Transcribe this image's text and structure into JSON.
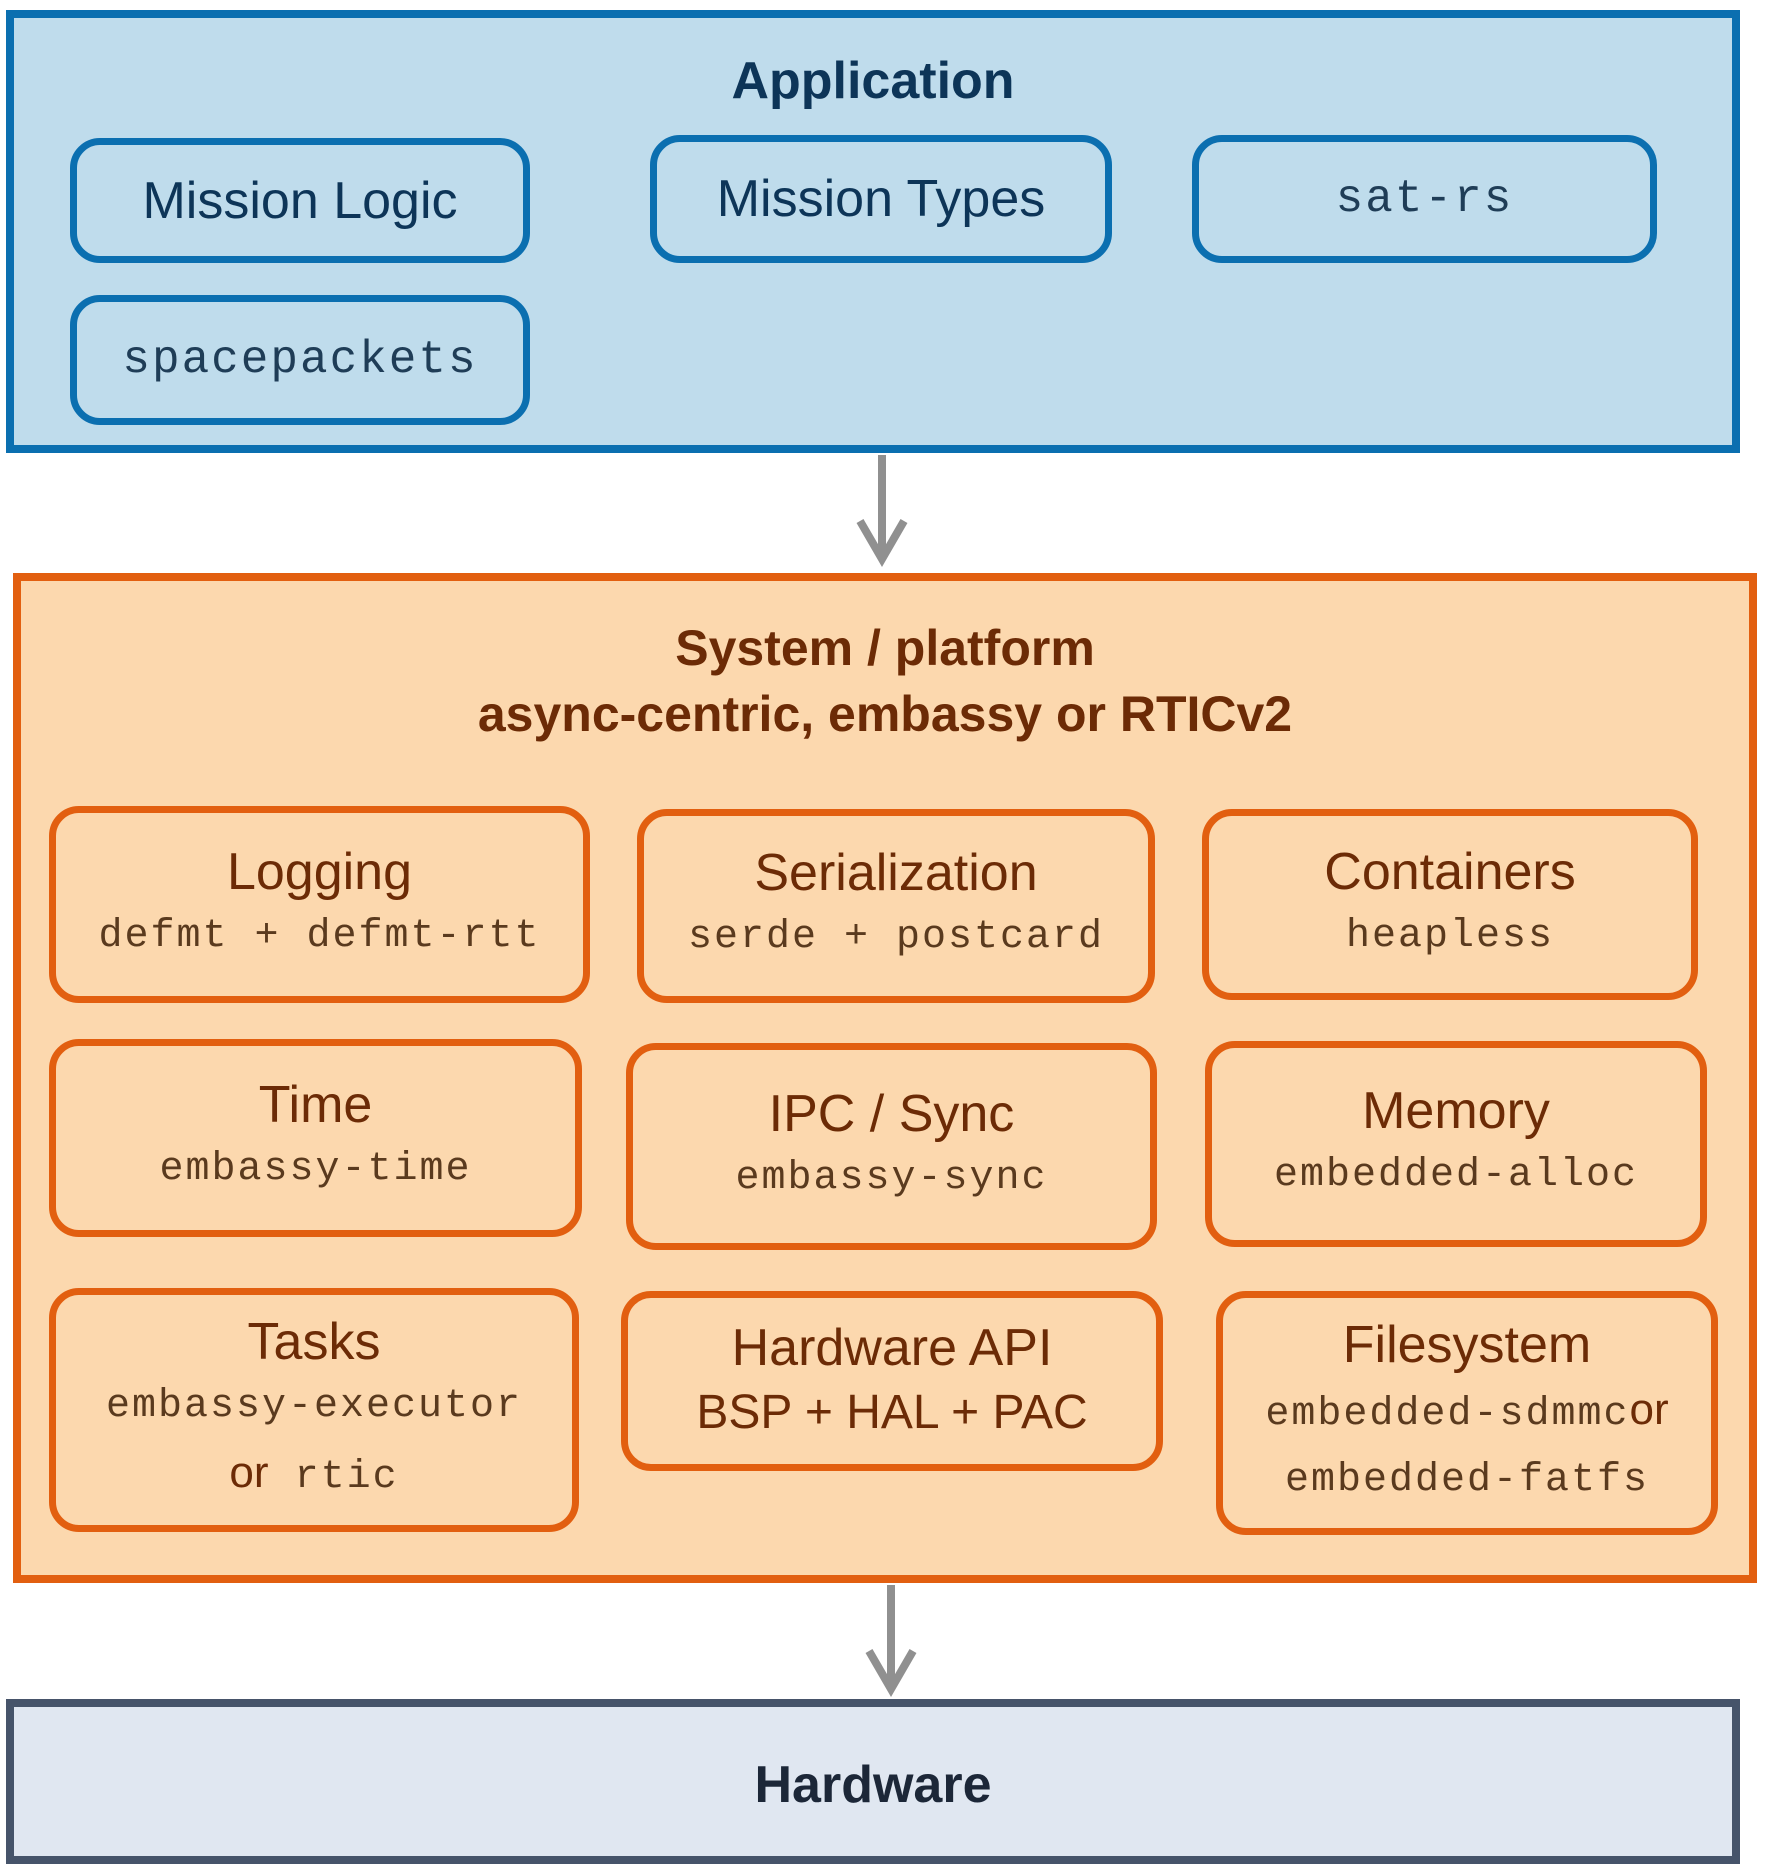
{
  "application": {
    "title": "Application",
    "components": {
      "mission_logic": "Mission Logic",
      "mission_types": "Mission Types",
      "sat_rs": "sat-rs",
      "spacepackets": "spacepackets"
    }
  },
  "system": {
    "title": "System / platform\nasync-centric, embassy or RTICv2",
    "components": {
      "logging": {
        "label": "Logging",
        "crate": "defmt + defmt-rtt"
      },
      "serialization": {
        "label": "Serialization",
        "crate": "serde + postcard"
      },
      "containers": {
        "label": "Containers",
        "crate": "heapless"
      },
      "time": {
        "label": "Time",
        "crate": "embassy-time"
      },
      "ipc_sync": {
        "label": "IPC / Sync",
        "crate": "embassy-sync"
      },
      "memory": {
        "label": "Memory",
        "crate": "embedded-alloc"
      },
      "tasks": {
        "label": "Tasks",
        "crate": "embassy-executor",
        "or_word": "or",
        "alt_crate": "rtic"
      },
      "hardware_api": {
        "label": "Hardware API",
        "detail": "BSP + HAL + PAC"
      },
      "filesystem": {
        "label": "Filesystem",
        "crate": "embedded-sdmmc",
        "or_word": "or",
        "alt_crate": "embedded-fatfs"
      }
    }
  },
  "hardware": {
    "title": "Hardware"
  },
  "colors": {
    "application_fill": "#bfdcec",
    "application_border": "#0b6fb0",
    "system_fill": "#fcd8ae",
    "system_border": "#e25f10",
    "hardware_fill": "#e0e7f1",
    "hardware_border": "#46546a",
    "arrow": "#909090"
  }
}
